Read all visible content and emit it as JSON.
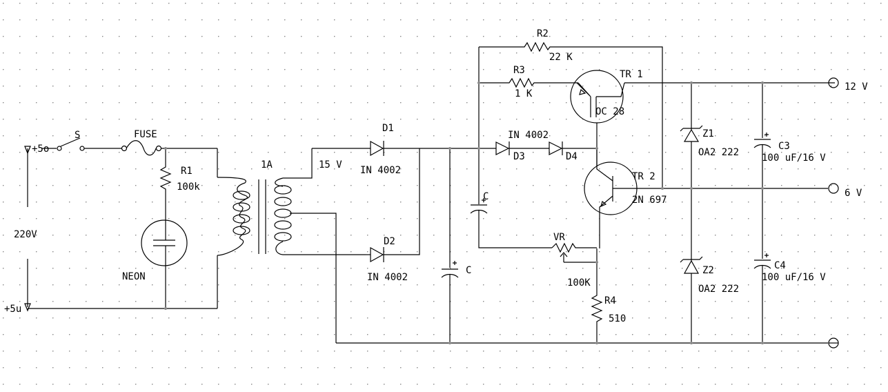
{
  "labels": {
    "plus5_top": "+5o",
    "plus5_bottom": "+5u",
    "switch": "S",
    "fuse": "FUSE",
    "supply": "220V",
    "r1_name": "R1",
    "r1_value": "100k",
    "neon": "NEON",
    "transformer": "1A",
    "secondary": "15 V",
    "d1_name": "D1",
    "d1_type": "IN 4002",
    "d2_name": "D2",
    "d2_type": "IN 4002",
    "c_small": "C",
    "c_big": "C",
    "r2_name": "R2",
    "r2_value": "22 K",
    "r3_name": "R3",
    "r3_value": "1 K",
    "tr1_name": "TR 1",
    "tr1_type": "OC 28",
    "d34_type": "IN 4002",
    "d3_name": "D3",
    "d4_name": "D4",
    "tr2_name": "TR 2",
    "tr2_type": "2N 697",
    "vr_name": "VR",
    "vr_value": "100K",
    "r4_name": "R4",
    "r4_value": "510",
    "z1_name": "Z1",
    "z1_type": "OA2 222",
    "z2_name": "Z2",
    "z2_type": "OA2 222",
    "c3_name": "C3",
    "c3_value": "100 uF/16 V",
    "c4_name": "C4",
    "c4_value": "100 uF/16 V",
    "out_12": "12 V",
    "out_6": "6 V"
  }
}
